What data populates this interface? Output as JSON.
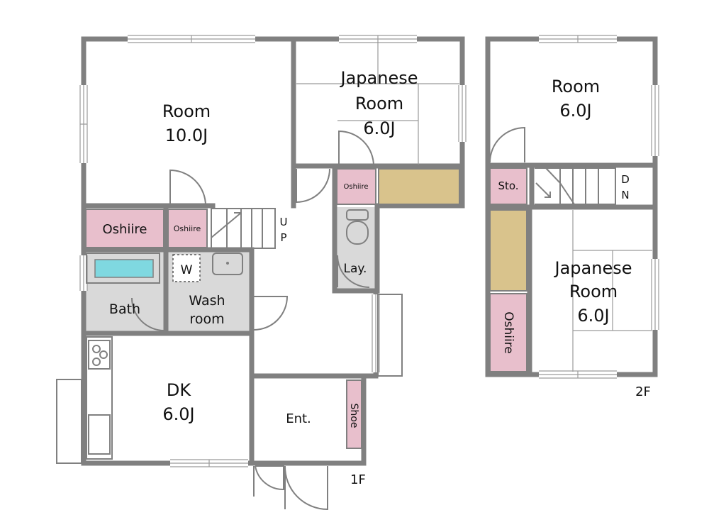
{
  "floor1": {
    "label": "1F",
    "rooms": {
      "room_main": {
        "name": "Room",
        "size": "10.0J"
      },
      "japanese_room": {
        "name_line1": "Japanese",
        "name_line2": "Room",
        "size": "6.0J"
      },
      "dk": {
        "name": "DK",
        "size": "6.0J"
      },
      "bath": "Bath",
      "wash_line1": "Wash",
      "wash_line2": "room",
      "washer": "W",
      "lavatory": "Lay.",
      "entrance": "Ent.",
      "shoe": "Shoe",
      "oshiire_large": "Oshiire",
      "oshiire_small": "Oshiire",
      "oshiire_japanese": "Oshiire",
      "stairs_up_1": "U",
      "stairs_up_2": "P"
    }
  },
  "floor2": {
    "label": "2F",
    "rooms": {
      "room": {
        "name": "Room",
        "size": "6.0J"
      },
      "japanese_room": {
        "name_line1": "Japanese",
        "name_line2": "Room",
        "size": "6.0J"
      },
      "storage": "Sto.",
      "oshiire": "Oshiire",
      "stairs_down_1": "D",
      "stairs_down_2": "N"
    }
  },
  "colors": {
    "wall": "#808080",
    "oshiire": "#e8bfcc",
    "closet": "#d9c38c",
    "wet_area": "#d9d9d9",
    "bathtub": "#7fd8e0"
  }
}
